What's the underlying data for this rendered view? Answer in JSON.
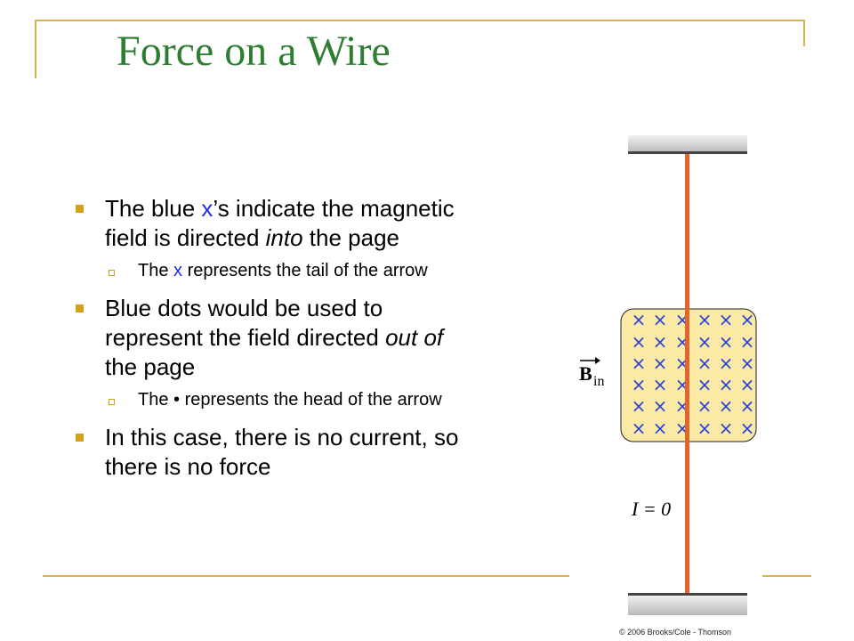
{
  "slide": {
    "title": "Force on a Wire",
    "bullets": [
      {
        "parts": [
          "The blue ",
          "x",
          "’s indicate the magnetic field is directed ",
          "into",
          " the page"
        ],
        "sub": [
          "The ",
          "x",
          " represents the tail of the arrow"
        ]
      },
      {
        "parts": [
          "Blue dots would be used to represent the field directed ",
          "out of",
          " the page"
        ],
        "sub": [
          "The • represents the head of the arrow"
        ]
      },
      {
        "parts": [
          "In this case, there is no current, so there is no force"
        ]
      }
    ]
  },
  "figure": {
    "b_symbol": "B",
    "b_subscript": "in",
    "current_label": "I = 0",
    "field_mark": "×",
    "copyright": "© 2006 Brooks/Cole - Thomson"
  },
  "colors": {
    "accent": "#d4b64a",
    "title": "#2e7d32",
    "field_blue": "#1f2fd8",
    "wire": "#e0672b",
    "field_region": "#fbe9a6"
  }
}
